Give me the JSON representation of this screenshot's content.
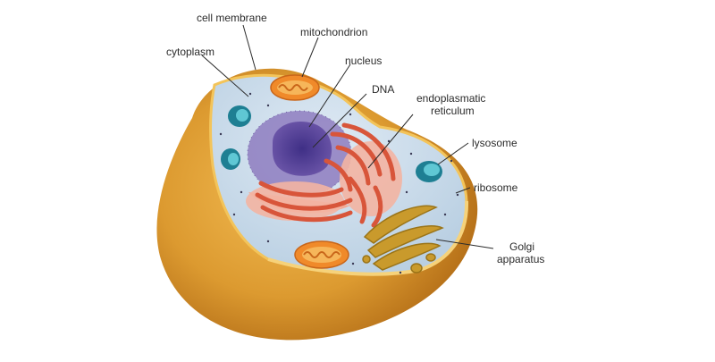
{
  "diagram": {
    "labels": {
      "cell_membrane": "cell membrane",
      "mitochondrion": "mitochondrion",
      "cytoplasm": "cytoplasm",
      "nucleus": "nucleus",
      "dna": "DNA",
      "er_line1": "endoplasmatic",
      "er_line2": "reticulum",
      "lysosome": "lysosome",
      "ribosome": "ribosome",
      "golgi_line1": "Golgi",
      "golgi_line2": "apparatus"
    },
    "colors": {
      "membrane_outer": "#d9982f",
      "membrane_shadow": "#b8741a",
      "membrane_rim": "#f3c45a",
      "cytoplasm": "#c9dcec",
      "nucleus_envelope": "#8a76b8",
      "nucleoplasm": "#4a3b8c",
      "er": "#e06a4e",
      "er_fill": "#f0a48c",
      "mitochondrion": "#f08a2a",
      "lysosome": "#2a8ea0",
      "golgi": "#c9a030",
      "ribosome_dot": "#3a3a55"
    }
  }
}
